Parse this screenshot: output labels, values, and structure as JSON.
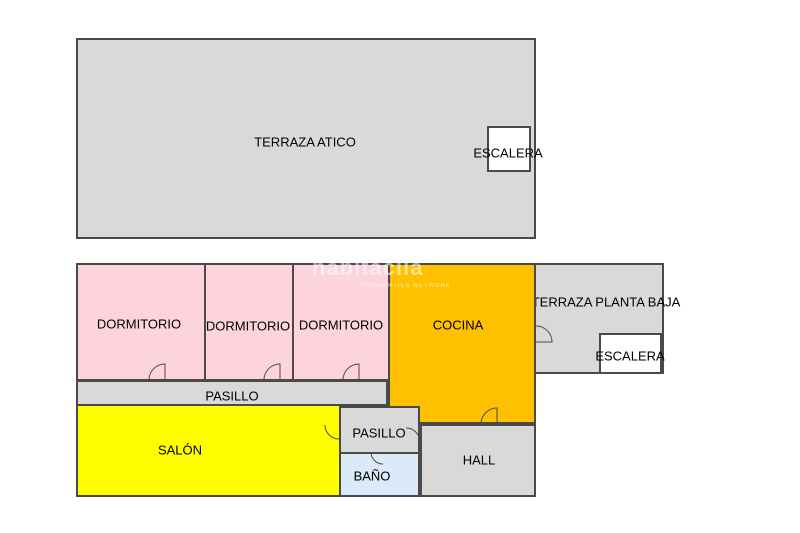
{
  "rooms": {
    "terraza_atico": "TERRAZA ATICO",
    "escalera_top": "ESCALERA",
    "dormitorio_1": "DORMITORIO",
    "dormitorio_2": "DORMITORIO",
    "dormitorio_3": "DORMITORIO",
    "cocina": "COCINA",
    "terraza_planta_baja": "TERRAZA PLANTA BAJA",
    "escalera_bottom": "ESCALERA",
    "pasillo_main": "PASILLO",
    "pasillo_small": "PASILLO",
    "salon": "SALÓN",
    "bano": "BAÑO",
    "hall": "HALL"
  },
  "watermark": {
    "brand": "habitaclia",
    "tagline": "PROPERTIES NETWORK"
  },
  "colors": {
    "grey": "#d9d9d9",
    "pink": "#fdd3dc",
    "orange": "#ffc000",
    "yellow": "#ffff00",
    "blue": "#dbe9f8",
    "wall": "#4a4a4a"
  }
}
